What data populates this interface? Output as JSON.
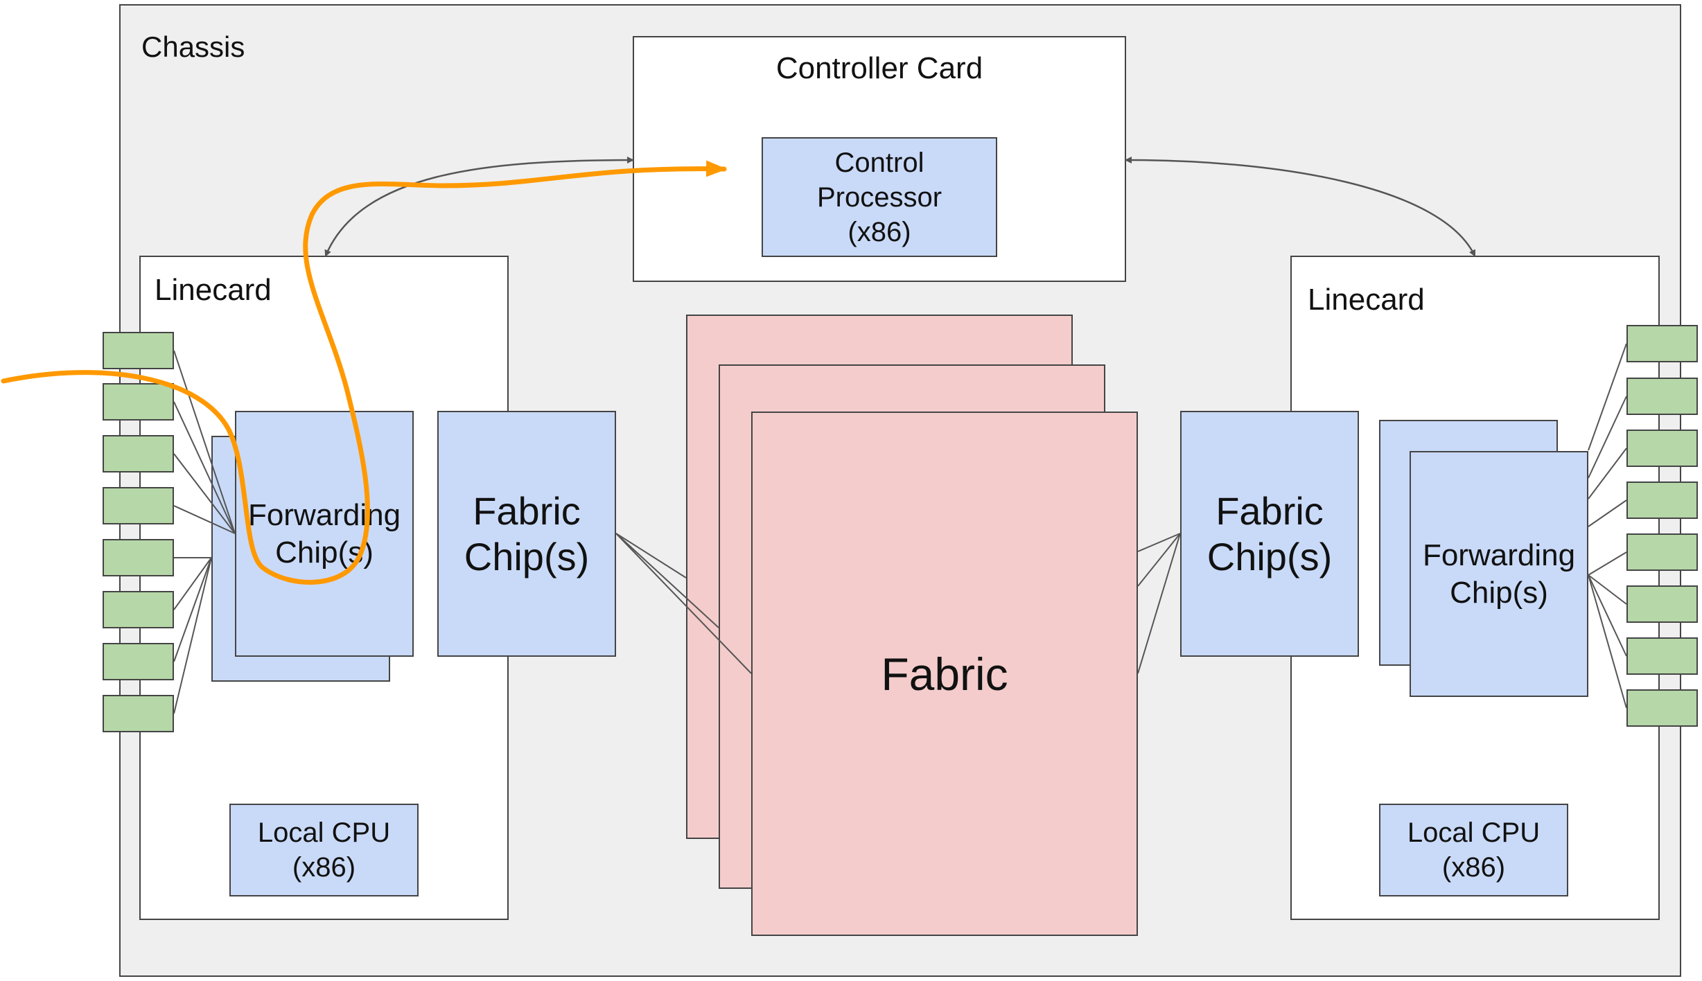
{
  "chassis": {
    "label": "Chassis"
  },
  "controller_card": {
    "label": "Controller Card",
    "control_processor": "Control\nProcessor\n(x86)"
  },
  "left_linecard": {
    "label": "Linecard",
    "forwarding_chip": "Forwarding\nChip(s)",
    "fabric_chip": "Fabric\nChip(s)",
    "local_cpu": "Local CPU\n(x86)",
    "port_count": 8
  },
  "right_linecard": {
    "label": "Linecard",
    "forwarding_chip": "Forwarding\nChip(s)",
    "fabric_chip": "Fabric\nChip(s)",
    "local_cpu": "Local CPU\n(x86)",
    "port_count": 8
  },
  "fabric": {
    "label": "Fabric",
    "card_count": 3
  },
  "colors": {
    "chassis_bg": "#efefef",
    "component_blue": "#c9daf8",
    "fabric_pink": "#f4cccc",
    "port_green": "#b6d7a8",
    "packet_path_orange": "#ff9900",
    "outline": "#444444"
  }
}
